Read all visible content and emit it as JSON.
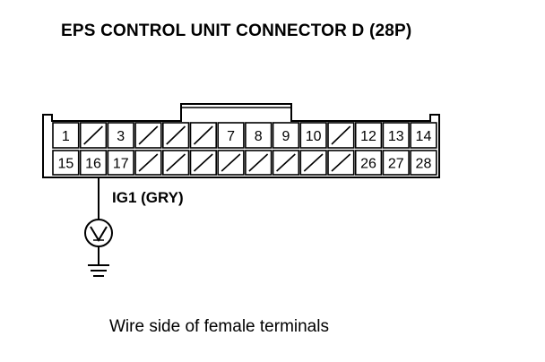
{
  "title": "EPS CONTROL UNIT CONNECTOR D (28P)",
  "caption": "Wire side of female terminals",
  "circuit": {
    "label": "IG1 (GRY)",
    "terminal": 16,
    "meter": "voltmeter-icon",
    "ground": "ground-icon"
  },
  "connector": {
    "top_row": [
      {
        "t": "1"
      },
      {
        "t": null
      },
      {
        "t": "3"
      },
      {
        "t": null
      },
      {
        "t": null
      },
      {
        "t": null
      },
      {
        "t": "7"
      },
      {
        "t": "8"
      },
      {
        "t": "9"
      },
      {
        "t": "10"
      },
      {
        "t": null
      },
      {
        "t": "12"
      },
      {
        "t": "13"
      },
      {
        "t": "14"
      }
    ],
    "bottom_row": [
      {
        "t": "15"
      },
      {
        "t": "16"
      },
      {
        "t": "17"
      },
      {
        "t": null
      },
      {
        "t": null
      },
      {
        "t": null
      },
      {
        "t": null
      },
      {
        "t": null
      },
      {
        "t": null
      },
      {
        "t": null
      },
      {
        "t": null
      },
      {
        "t": "26"
      },
      {
        "t": "27"
      },
      {
        "t": "28"
      }
    ]
  }
}
